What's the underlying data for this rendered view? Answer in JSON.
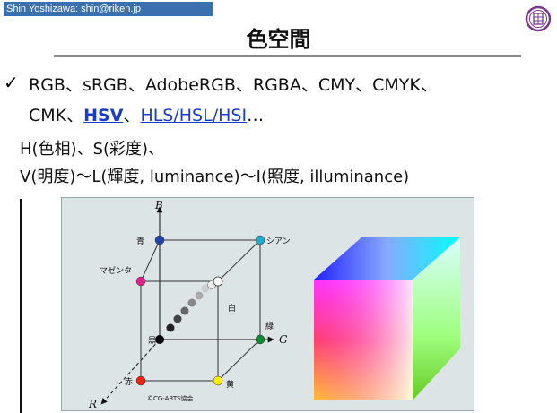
{
  "header": {
    "author": "Shin Yoshizawa: shin@riken.jp",
    "title": "色空間"
  },
  "body": {
    "check": "✓",
    "line1": "RGB、sRGB、AdobeRGB、RGBA、CMY、CMYK、",
    "line2_prefix": "CMK、",
    "hsv_link": "HSV",
    "sep": "、",
    "hls_link": "HLS/HSL/HSI",
    "ellipsis": "…",
    "sub1": "H(色相)、S(彩度)、",
    "sub2": "V(明度)〜L(輝度, luminance)〜I(照度, illuminance)"
  },
  "figure": {
    "axis_b": "B",
    "axis_g": "G",
    "axis_r": "R",
    "blue_label": "青",
    "cyan_label": "シアン",
    "magenta_label": "マゼンタ",
    "white_label": "白",
    "black_label": "黒",
    "green_label": "緑",
    "red_label": "赤",
    "yellow_label": "黄",
    "credit": "©CG-ARTS協会"
  },
  "colors": {
    "header_bar": "#3a6fb0",
    "link": "#1a3cc8",
    "figure_bg": "#dde4e6"
  }
}
